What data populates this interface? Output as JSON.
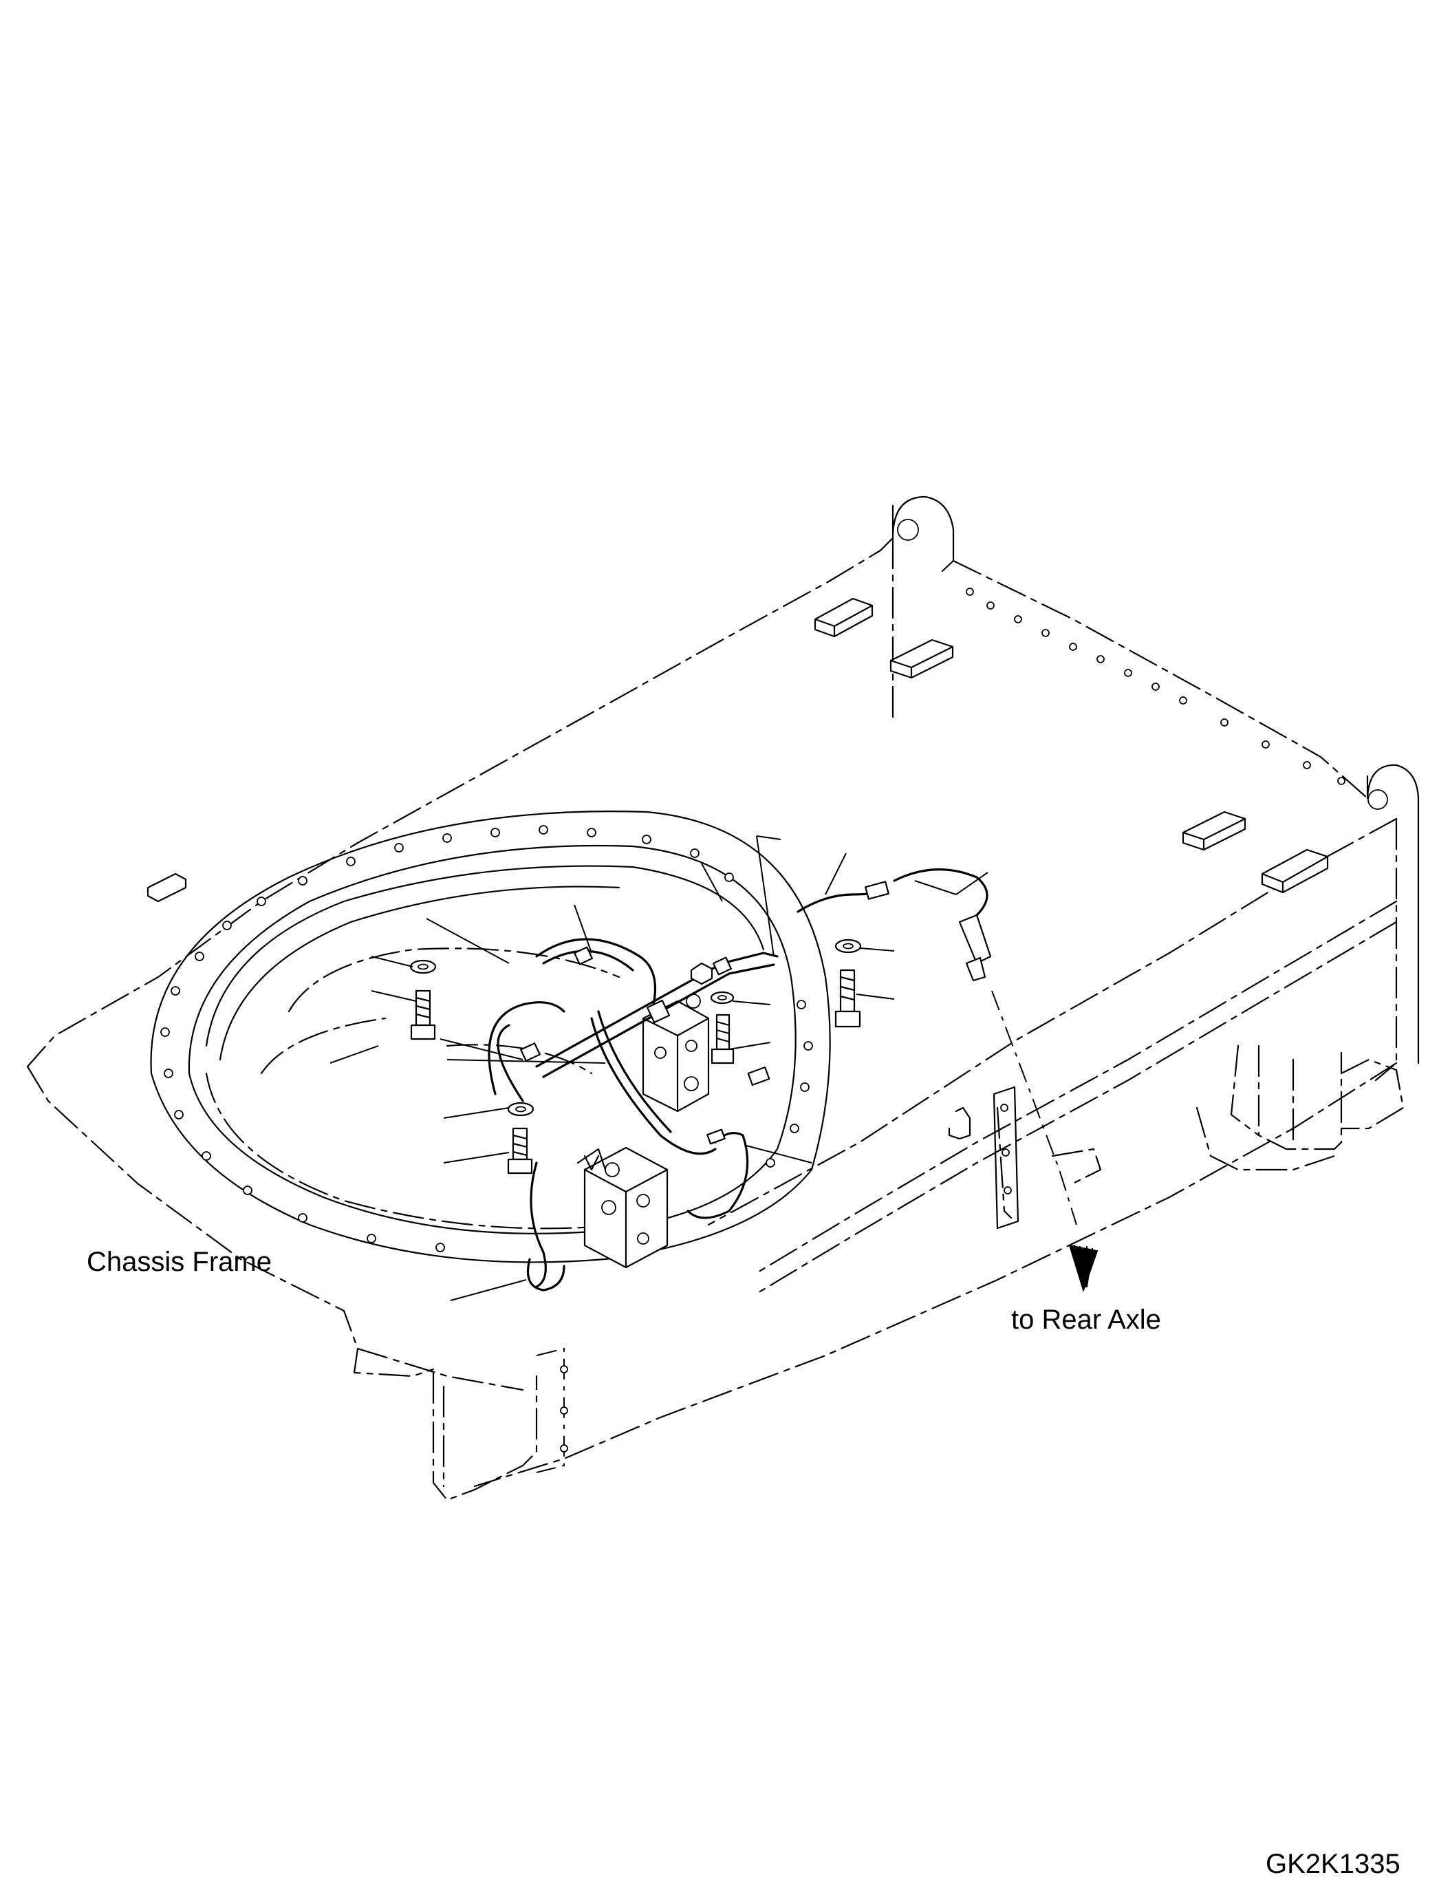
{
  "labels": {
    "chassis_frame": "Chassis Frame",
    "to_rear_axle": "to Rear Axle",
    "drawing_number": "GK2K1335"
  },
  "colors": {
    "ink": "#000000",
    "background": "#ffffff"
  }
}
